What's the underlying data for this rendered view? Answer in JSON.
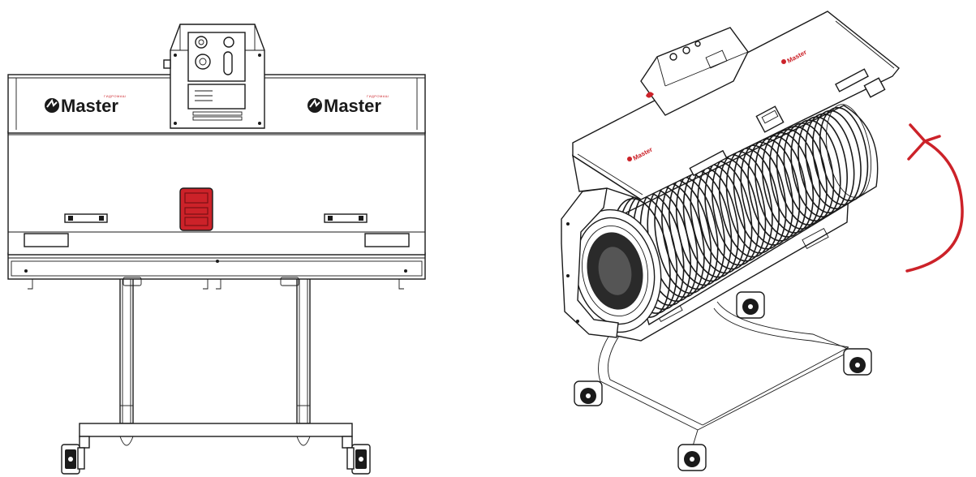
{
  "brand": {
    "name": "Master",
    "subtitle": "ГИДРОМАШ",
    "accent_color": "#cc2229",
    "logo_icon": "master-logo-icon"
  },
  "figures": {
    "front_view": {
      "description_icon": "machine-front-view"
    },
    "rotated_view": {
      "description_icon": "machine-rotated-view"
    }
  },
  "annotation": {
    "rotation_arrow": "curved-arrow-icon",
    "color": "#cc2229"
  }
}
